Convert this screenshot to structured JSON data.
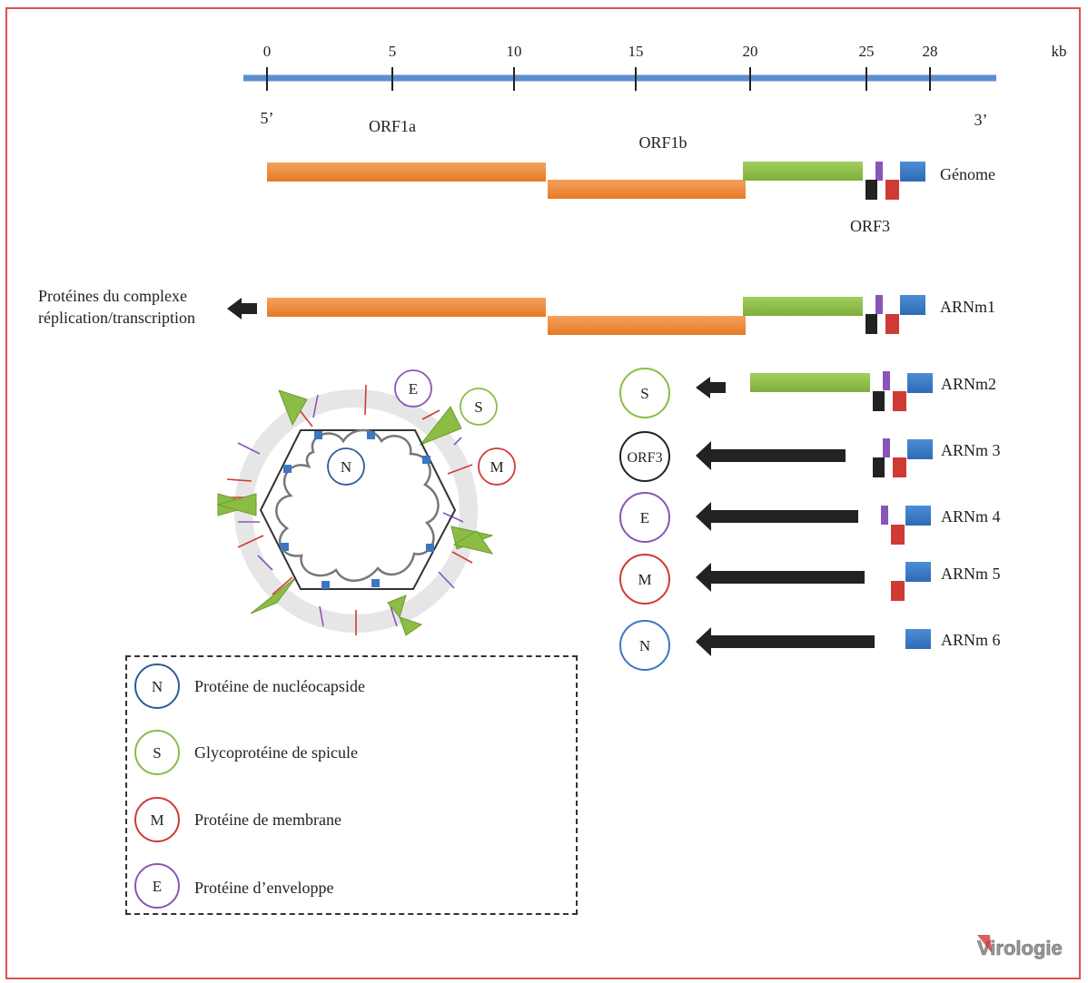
{
  "scale": {
    "unit": "kb",
    "ticks": [
      "0",
      "5",
      "10",
      "15",
      "20",
      "25",
      "28"
    ],
    "five_prime": "5’",
    "three_prime": "3’"
  },
  "labels": {
    "orf1a": "ORF1a",
    "orf1b": "ORF1b",
    "genome": "Génome",
    "orf3": "ORF3",
    "complex_line1": "Protéines du complexe",
    "complex_line2": "réplication/transcription",
    "arnm1": "ARNm1"
  },
  "mrnas": [
    {
      "label": "ARNm2",
      "protein": "S"
    },
    {
      "label": "ARNm 3",
      "protein": "ORF3"
    },
    {
      "label": "ARNm 4",
      "protein": "E"
    },
    {
      "label": "ARNm 5",
      "protein": "M"
    },
    {
      "label": "ARNm 6",
      "protein": "N"
    }
  ],
  "virion_labels": {
    "n": "N",
    "e": "E",
    "s": "S",
    "m": "M"
  },
  "legend": [
    {
      "letter": "N",
      "text": "Protéine de nucléocapside"
    },
    {
      "letter": "S",
      "text": "Glycoprotéine de spicule"
    },
    {
      "letter": "M",
      "text": "Protéine de membrane"
    },
    {
      "letter": "E",
      "text": "Protéine d’enveloppe"
    }
  ],
  "logo": "Virologie",
  "colors": {
    "orange": "#ee8a35",
    "green": "#8bbd45",
    "blue": "#3a78c2",
    "black": "#222222",
    "red": "#cf3a35",
    "purple": "#8a55b8",
    "axis": "#5b8fd0",
    "frame": "#d9534f"
  }
}
